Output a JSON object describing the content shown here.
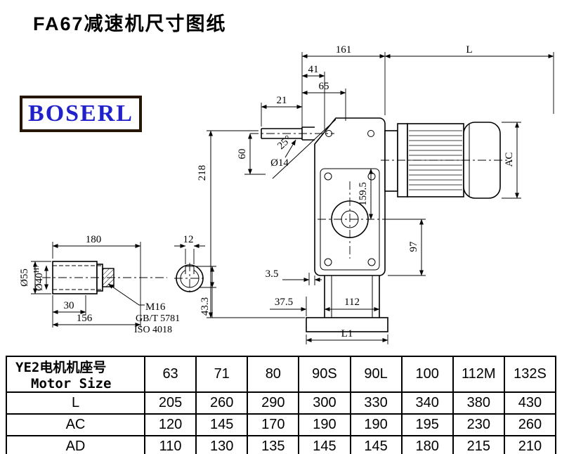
{
  "title": "FA67减速机尺寸图纸",
  "logo": "BOSERL",
  "drawing": {
    "main_view": {
      "dim_161": "161",
      "dim_L": "L",
      "dim_41": "41",
      "dim_65": "65",
      "dim_21": "21",
      "dim_60": "60",
      "dim_dia14": "Ø14",
      "dim_218": "218",
      "angle_25": "25°",
      "dim_159_5": "159.5",
      "dim_AC": "AC",
      "dim_97": "97",
      "dim_3_5": "3.5",
      "dim_37_5": "37.5",
      "dim_112": "112",
      "dim_L1": "L1"
    },
    "shaft_detail": {
      "dim_180": "180",
      "dim_12": "12",
      "dim_dia55": "Ø55",
      "dim_dia40": "Ø40",
      "dim_dia40_tol": "H7",
      "dim_30": "30",
      "dim_156": "156",
      "thread_label": "M16",
      "standard_1": "GB/T 5781",
      "standard_2": "ISO 4018",
      "dim_43_3": "43.3"
    }
  },
  "table": {
    "header": {
      "label_line1": "YE2电机机座号",
      "label_line2": "Motor Size",
      "cols": [
        "63",
        "71",
        "80",
        "90S",
        "90L",
        "100",
        "112M",
        "132S"
      ]
    },
    "rows": [
      {
        "label": "L",
        "values": [
          "205",
          "260",
          "290",
          "300",
          "330",
          "340",
          "380",
          "430"
        ]
      },
      {
        "label": "AC",
        "values": [
          "120",
          "145",
          "170",
          "190",
          "190",
          "195",
          "230",
          "260"
        ]
      },
      {
        "label": "AD",
        "values": [
          "110",
          "130",
          "135",
          "145",
          "145",
          "180",
          "215",
          "210"
        ]
      }
    ]
  }
}
